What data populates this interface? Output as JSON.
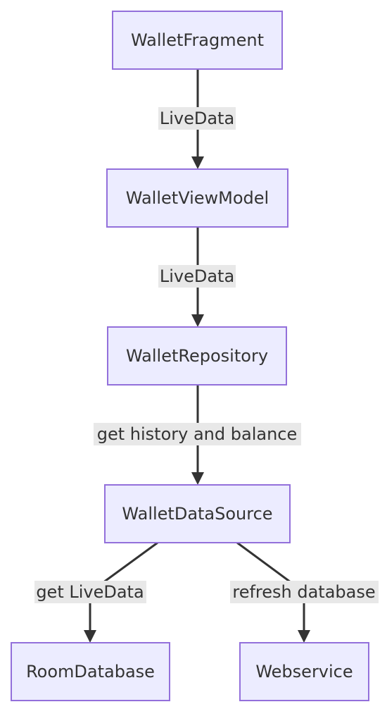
{
  "nodes": {
    "wallet_fragment": "WalletFragment",
    "wallet_view_model": "WalletViewModel",
    "wallet_repository": "WalletRepository",
    "wallet_data_source": "WalletDataSource",
    "room_database": "RoomDatabase",
    "webservice": "Webservice"
  },
  "edges": {
    "fragment_to_viewmodel": "LiveData",
    "viewmodel_to_repository": "LiveData",
    "repository_to_datasource": "get history and balance",
    "datasource_to_room": "get LiveData",
    "datasource_to_webservice": "refresh database"
  },
  "colors": {
    "node_fill": "#ececff",
    "node_stroke": "#9370db",
    "edge": "#333333",
    "label_bg": "#e8e8e8"
  }
}
